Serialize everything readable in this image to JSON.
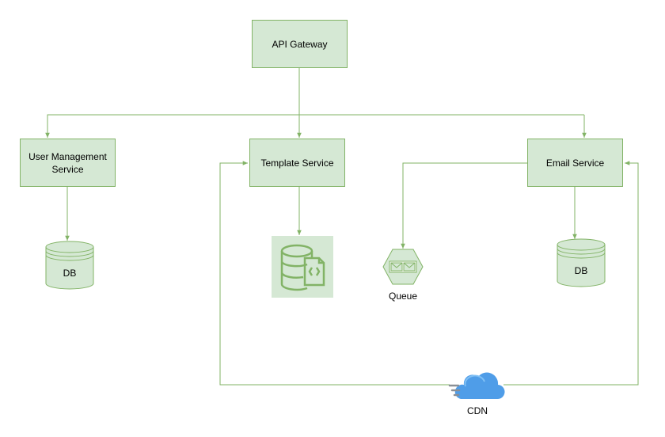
{
  "nodes": {
    "api_gateway": "API Gateway",
    "user_management": "User Management\nService",
    "template_service": "Template Service",
    "email_service": "Email Service",
    "db_left": "DB",
    "db_right": "DB",
    "queue": "Queue",
    "cdn": "CDN"
  },
  "icons": {
    "template_store": "database-document-icon",
    "queue": "message-queue-icon",
    "cdn": "cloud-cdn-icon",
    "db": "database-cylinder-icon"
  },
  "colors": {
    "node_fill": "#d5e8d4",
    "node_stroke": "#82b366",
    "edge": "#82b366",
    "cdn_blue": "#3c8ee6"
  }
}
